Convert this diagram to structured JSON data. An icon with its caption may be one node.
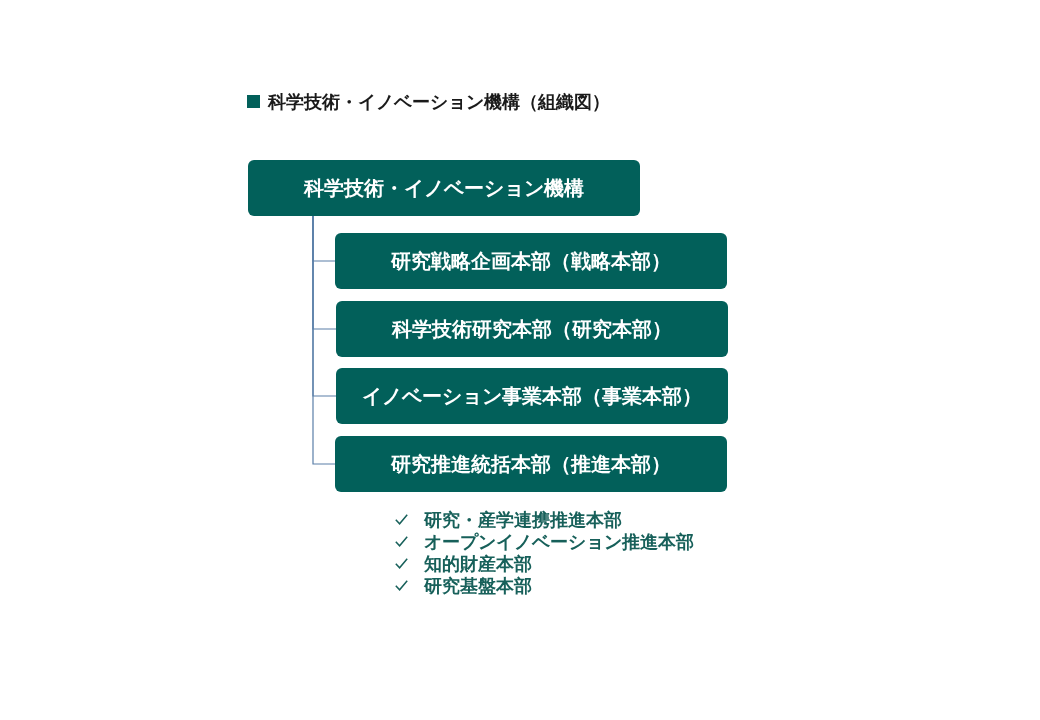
{
  "diagram": {
    "title": "科学技術・イノベーション機構（組織図）",
    "nodes": [
      {
        "text": [
          "科学技術・イノベーション機構"
        ]
      },
      {
        "text": [
          "研究戦略企画本部（戦略本部）"
        ]
      },
      {
        "text": [
          "科学技術研究本部（研究本部）"
        ]
      },
      {
        "text": [
          "イノベーション事業本部（事業本部）"
        ]
      },
      {
        "text": [
          "研究推進統括本部（推進本部）"
        ],
        "beside": [
          "研究・産学連携推進本部",
          "オープンイノベーション推進本部",
          "知的財産本部",
          "研究基盤本部"
        ]
      }
    ],
    "edges": [
      {
        "from": 0,
        "to": 1,
        "arrow": "none"
      },
      {
        "from": 0,
        "to": 2,
        "arrow": "none"
      },
      {
        "from": 0,
        "to": 3,
        "arrow": "none"
      },
      {
        "from": 0,
        "to": 4,
        "arrow": "none"
      }
    ]
  }
}
